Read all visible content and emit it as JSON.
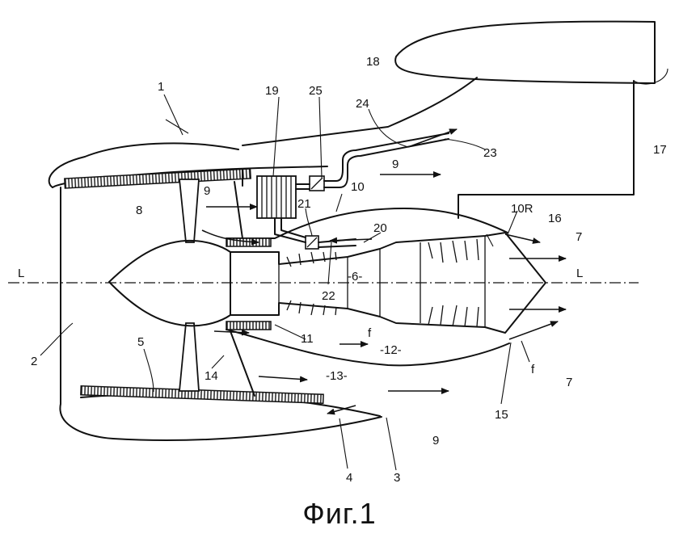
{
  "caption": "Фиг.1",
  "labels": {
    "n1": "1",
    "n2": "2",
    "n3": "3",
    "n4": "4",
    "n5": "5",
    "n6": "-6-",
    "n7a": "7",
    "n7b": "7",
    "n8": "8",
    "n9a": "9",
    "n9b": "9",
    "n9c": "9",
    "n10": "10",
    "n10r": "10R",
    "n11": "11",
    "n12": "-12-",
    "n13": "-13-",
    "n14": "14",
    "n15": "15",
    "n16": "16",
    "n17": "17",
    "n18": "18",
    "n19": "19",
    "n20": "20",
    "n21": "21",
    "n22": "22",
    "n23": "23",
    "n24": "24",
    "n25": "25",
    "fa": "f",
    "fb": "f",
    "la": "L",
    "lb": "L"
  }
}
